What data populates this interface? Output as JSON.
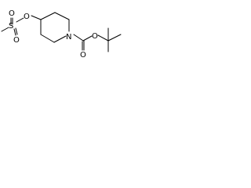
{
  "molecule": {
    "atoms": {
      "sulfur": "S",
      "oxygen_sulfonyl_top": "O",
      "oxygen_sulfonyl_bottom": "O",
      "oxygen_ester_link": "O",
      "nitrogen_ring": "N",
      "oxygen_carbonyl": "O",
      "oxygen_ester_tbu": "O"
    }
  },
  "colors": {
    "background": "#ffffff",
    "ink": "#000000"
  }
}
